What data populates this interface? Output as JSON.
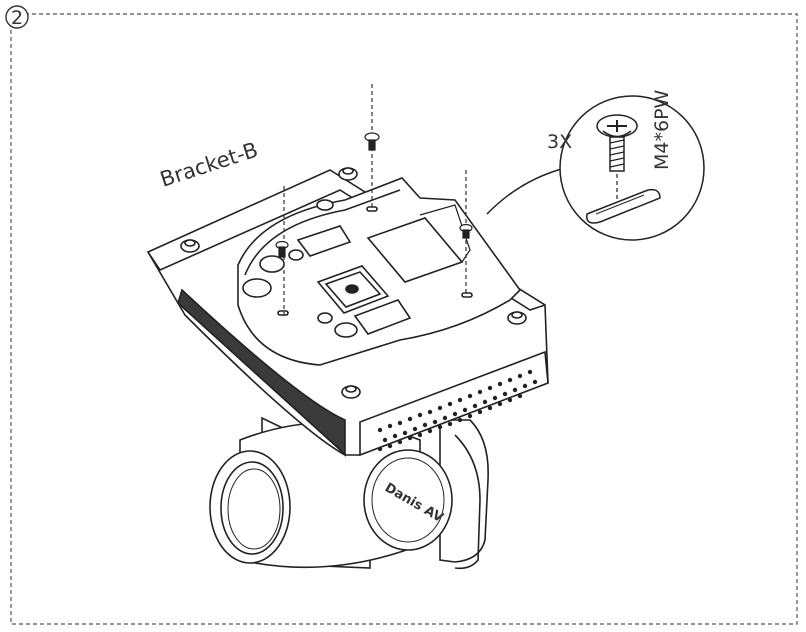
{
  "step": {
    "number": "2"
  },
  "labels": {
    "bracket": "Bracket-B",
    "quantity": "3X",
    "screw_spec": "M4*6PW"
  },
  "camera": {
    "brand_side": "AV",
    "brand_front": "Danis AV"
  },
  "colors": {
    "line": "#222222",
    "frame": "#555555",
    "shade": "#3a3a3a"
  }
}
